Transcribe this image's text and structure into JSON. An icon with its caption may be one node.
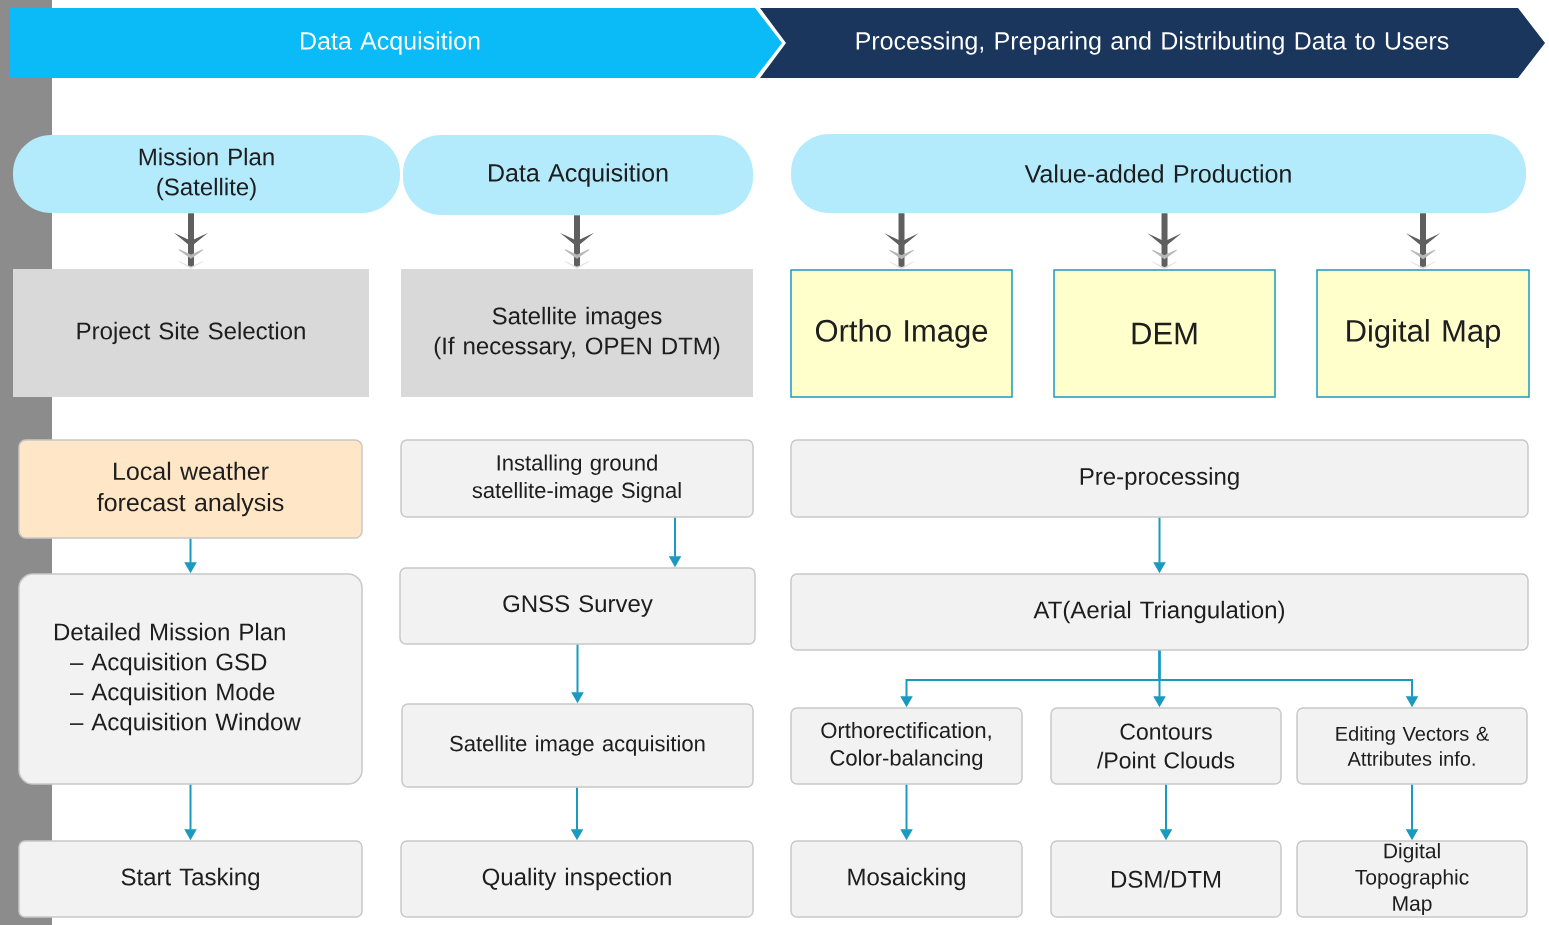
{
  "diagram": {
    "nodes": [
      {
        "text": [
          "Data Acquisition"
        ]
      },
      {
        "text": [
          "Processing, Preparing and Distributing Data to Users"
        ]
      },
      {
        "text": [
          "Mission Plan (Satellite)"
        ]
      },
      {
        "text": [
          "Data Acquisition"
        ]
      },
      {
        "text": [
          "Value-added Production"
        ]
      },
      {
        "text": [
          "Project Site Selection"
        ]
      },
      {
        "text": [
          "Satellite images",
          "(If necessary, OPEN DTM)"
        ]
      },
      {
        "text": [
          "Ortho Image"
        ]
      },
      {
        "text": [
          "DEM"
        ]
      },
      {
        "text": [
          "Digital Map"
        ]
      },
      {
        "text": [
          "Local weather forecast analysis"
        ]
      },
      {
        "text": [
          "Detailed Mission Plan",
          "– Acquisition GSD",
          "– Acquisition Mode",
          "– Acquisition Window"
        ]
      },
      {
        "text": [
          "Start Tasking"
        ]
      },
      {
        "text": [
          "Installing ground satellite-image Signal"
        ]
      },
      {
        "text": [
          "GNSS Survey"
        ]
      },
      {
        "text": [
          "Satellite image acquisition"
        ]
      },
      {
        "text": [
          "Quality inspection"
        ]
      },
      {
        "text": [
          "Pre-processing"
        ]
      },
      {
        "text": [
          "AT(Aerial Triangulation)"
        ]
      },
      {
        "text": [
          "Orthorectification, Color-balancing"
        ]
      },
      {
        "text": [
          "Contours /Point Clouds"
        ]
      },
      {
        "text": [
          "Editing Vectors & Attributes info."
        ]
      },
      {
        "text": [
          "Mosaicking"
        ]
      },
      {
        "text": [
          "DSM/DTM"
        ]
      },
      {
        "text": [
          "Digital Topographic Map"
        ]
      },
      {
        "text": [],
        "shape": "bar"
      }
    ],
    "edges": [
      {
        "from": 2,
        "to": 5,
        "arrow": "to",
        "style": "thick",
        "color": "#5f5f5f"
      },
      {
        "from": 3,
        "to": 6,
        "arrow": "to",
        "style": "thick",
        "color": "#5f5f5f"
      },
      {
        "from": 4,
        "to": 7,
        "arrow": "to",
        "style": "thick",
        "color": "#5f5f5f"
      },
      {
        "from": 4,
        "to": 8,
        "arrow": "to",
        "style": "thick",
        "color": "#5f5f5f"
      },
      {
        "from": 4,
        "to": 9,
        "arrow": "to",
        "style": "thick",
        "color": "#5f5f5f"
      },
      {
        "from": 10,
        "to": 11,
        "arrow": "to"
      },
      {
        "from": 11,
        "to": 12,
        "arrow": "to"
      },
      {
        "from": 13,
        "to": 14,
        "arrow": "to"
      },
      {
        "from": 14,
        "to": 15,
        "arrow": "to"
      },
      {
        "from": 15,
        "to": 16,
        "arrow": "to"
      },
      {
        "from": 17,
        "to": 18,
        "arrow": "to"
      },
      {
        "from": 18,
        "to": 19,
        "arrow": "to"
      },
      {
        "from": 18,
        "to": 20,
        "arrow": "to"
      },
      {
        "from": 18,
        "to": 21,
        "arrow": "to"
      },
      {
        "from": 19,
        "to": 22,
        "arrow": "to"
      },
      {
        "from": 20,
        "to": 23,
        "arrow": "to"
      },
      {
        "from": 21,
        "to": 24,
        "arrow": "to"
      }
    ]
  }
}
